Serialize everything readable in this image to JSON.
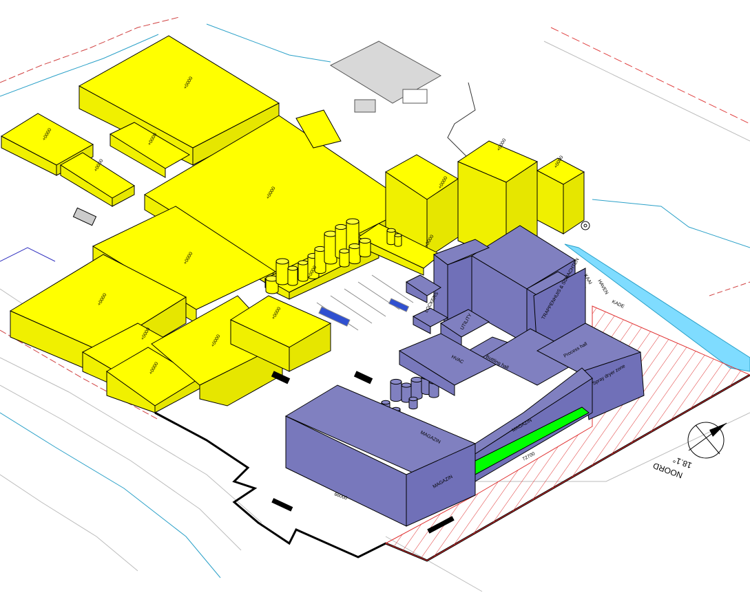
{
  "colors": {
    "existing_buildings": "#ffff00",
    "new_buildings": "#8080c0",
    "green_strip": "#00ff00",
    "water": "#7fdcff",
    "hatch_red": "#e03030",
    "grey_building": "#d8d8d8"
  },
  "existing_labels": [
    "+0000",
    "+0000",
    "+0000",
    "+0000",
    "+0000",
    "+0000",
    "+0000",
    "+0000",
    "+0000",
    "+0000",
    "+0000",
    "+0000",
    "+0000",
    "+0000",
    "+0000",
    "+0000"
  ],
  "new_labels": {
    "magazin_1": "MAGAZIN",
    "magazin_2": "MAGAZIN",
    "magazin_3": "MAGAZIN",
    "trappenhuis": "TRAPPENHUIS & SCHACHTEN",
    "hvac": "HVAC",
    "bottling": "Bottling hall",
    "sprays": "Spray dryer zone",
    "process": "Process hall",
    "lockers": "LOCKERS",
    "utility": "UTILITY",
    "kade": "KADE",
    "haven": "HAVEN",
    "kaai": "KAAI",
    "dim_1": "66000",
    "dim_2": "72700"
  },
  "north": {
    "label": "NOORD",
    "angle": "18.1°"
  }
}
